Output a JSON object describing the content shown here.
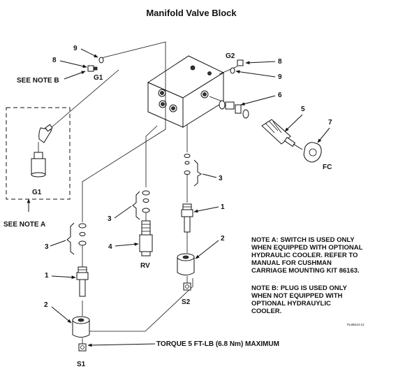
{
  "title": "Manifold Valve Block",
  "labels": {
    "n9_top": "9",
    "n8_top": "8",
    "g1_top": "G1",
    "see_note_b": "SEE NOTE B",
    "g2": "G2",
    "n8_right": "8",
    "n9_right": "9",
    "n6": "6",
    "n5": "5",
    "n7": "7",
    "fc": "FC",
    "n3_right": "3",
    "n1_right": "1",
    "n2_right": "2",
    "s2": "S2",
    "n3_mid": "3",
    "n4": "4",
    "rv": "RV",
    "g1_box": "G1",
    "see_note_a": "SEE NOTE A",
    "n3_left": "3",
    "n1_left": "1",
    "n2_left": "2",
    "s1": "S1",
    "torque": "TORQUE 5 FT-LB (6.8 Nm) MAXIMUM",
    "fig_code": "PL85613-12"
  },
  "notes": {
    "a": [
      "NOTE A: SWITCH IS USED ONLY",
      "WHEN EQUIPPED WITH OPTIONAL",
      "HYDRAULIC COOLER. REFER TO",
      "MANUAL FOR CUSHMAN",
      "CARRIAGE MOUNTING KIT 86163."
    ],
    "b": [
      "NOTE B: PLUG IS USED ONLY",
      "WHEN NOT EQUIPPED WITH",
      "OPTIONAL HYDRAUYLIC",
      "COOLER."
    ]
  }
}
